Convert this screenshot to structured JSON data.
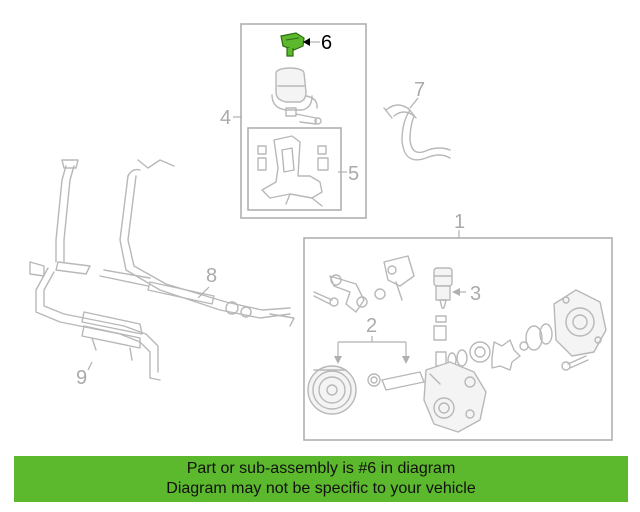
{
  "diagram": {
    "callouts": {
      "c1": "1",
      "c2": "2",
      "c3": "3",
      "c4": "4",
      "c5": "5",
      "c6": "6",
      "c7": "7",
      "c8": "8",
      "c9": "9"
    },
    "highlight_part": "6",
    "highlight_color": "#5cb82c",
    "line_color": "#b8b8b8"
  },
  "banner": {
    "line1": "Part or sub-assembly is #6 in diagram",
    "line2": "Diagram may not be specific to your vehicle",
    "color": "#5cb82c"
  }
}
